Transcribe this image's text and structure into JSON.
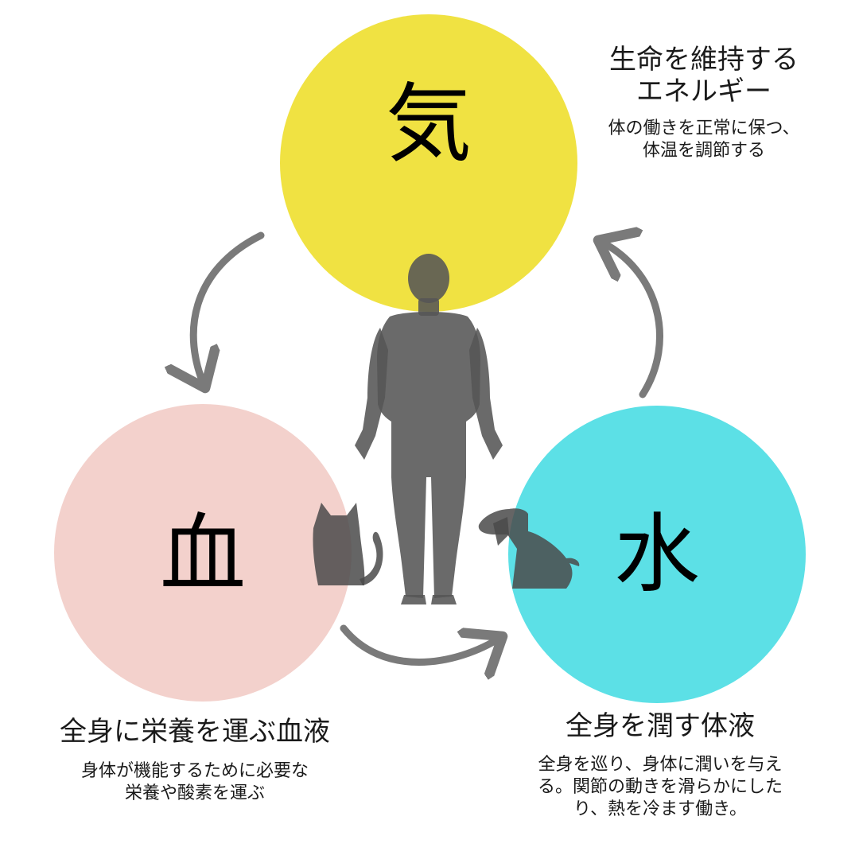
{
  "elements": {
    "ki": {
      "symbol": "気",
      "heading": "生命を維持する\nエネルギー",
      "description": "体の働きを正常に保つ、\n体温を調節する",
      "color": "#F0E242"
    },
    "ketsu": {
      "symbol": "血",
      "heading": "全身に栄養を運ぶ血液",
      "description": "身体が機能するために必要な\n栄養や酸素を運ぶ",
      "color": "#F3D1CC"
    },
    "sui": {
      "symbol": "水",
      "heading": "全身を潤す体液",
      "description": "全身を巡り、身体に潤いを与え\nる。関節の動きを滑らかにした\nり、熱を冷ます働き。",
      "color": "#5CE0E6"
    }
  },
  "colors": {
    "arrow": "#7a7a7a",
    "figure": "#555555",
    "animal": "#4a4a4a"
  },
  "icons": [
    "human-figure-icon",
    "cat-icon",
    "dog-icon"
  ]
}
